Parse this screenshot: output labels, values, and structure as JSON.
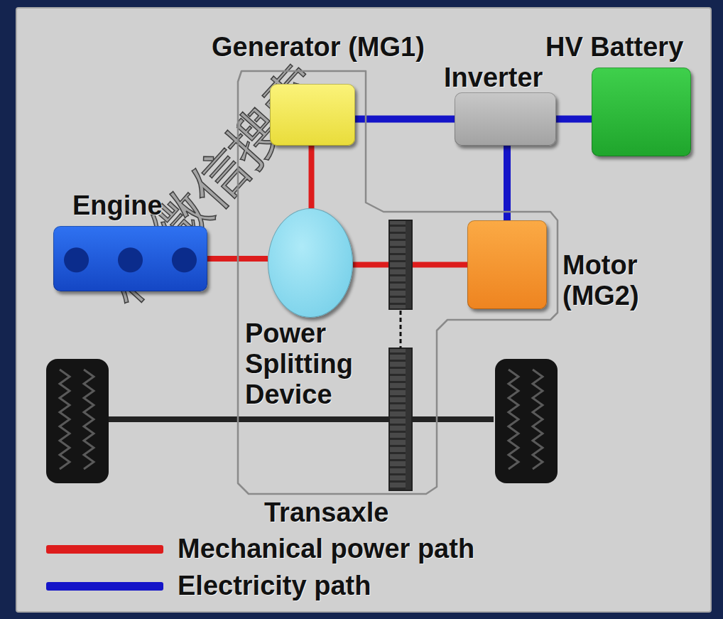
{
  "diagram": {
    "nodes": [
      {
        "text": [
          "Transaxle"
        ]
      },
      {
        "text": [
          "Generator (MG1)"
        ],
        "in": 0
      },
      {
        "text": [
          "Inverter"
        ]
      },
      {
        "text": [
          "HV Battery"
        ]
      },
      {
        "text": [
          "Engine"
        ]
      },
      {
        "text": [
          "Power Splitting Device"
        ],
        "in": 0
      },
      {
        "text": [
          "Motor (MG2)"
        ],
        "in": 0
      }
    ],
    "edges": [
      {
        "from": 1,
        "to": 2,
        "arrow": "none"
      },
      {
        "from": 2,
        "to": 3,
        "arrow": "none"
      },
      {
        "from": 2,
        "to": 6,
        "arrow": "none"
      },
      {
        "from": 4,
        "to": 5,
        "arrow": "none"
      },
      {
        "from": 1,
        "to": 5,
        "arrow": "none"
      },
      {
        "from": 5,
        "to": 6,
        "arrow": "none"
      }
    ],
    "labels": [
      "料 微信搜索"
    ],
    "legend": [
      {
        "text": "Mechanical power path",
        "color": "#dd1c1c"
      },
      {
        "text": "Electricity path",
        "color": "#1414c8"
      }
    ]
  }
}
